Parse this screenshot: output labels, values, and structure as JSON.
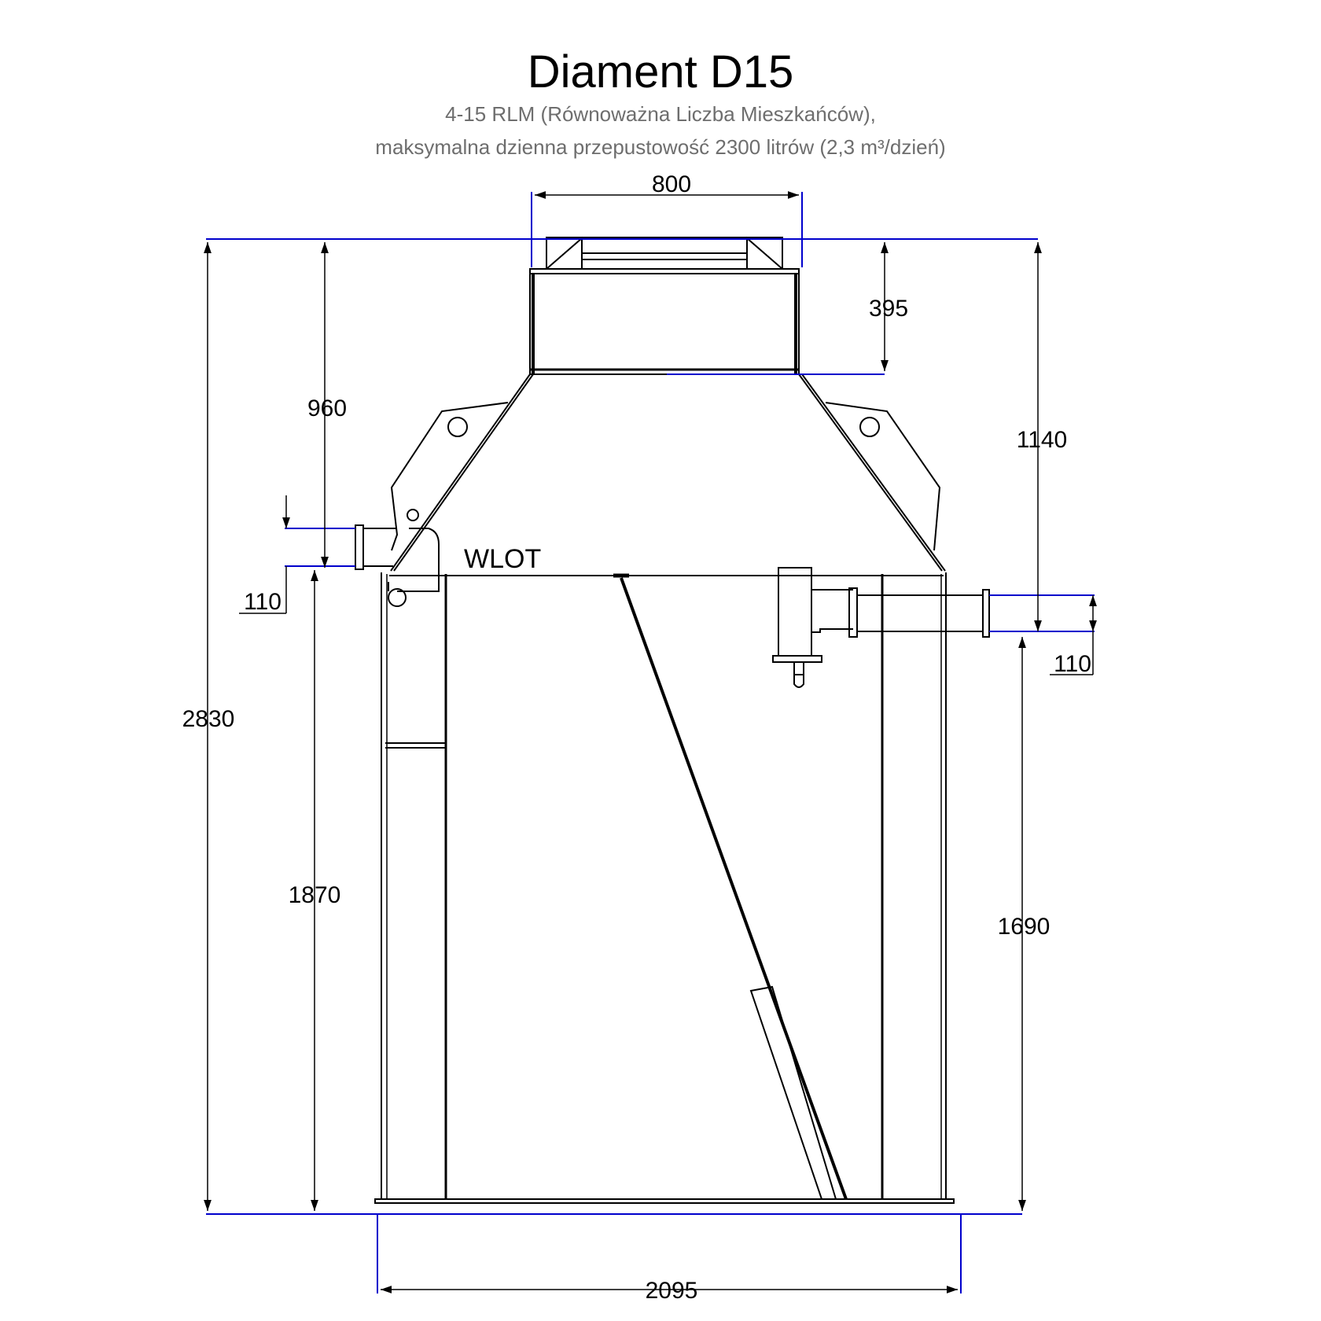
{
  "title": "Diament D15",
  "subtitle_line1": "4-15 RLM  (Równoważna Liczba Mieszkańców),",
  "subtitle_line2": "maksymalna dzienna przepustowość 2300 litrów (2,3 m³/dzień)",
  "labels": {
    "inlet": "WLOT"
  },
  "dimensions": {
    "hatch_width": "800",
    "hatch_height": "395",
    "total_height": "2830",
    "inlet_top_to_pipe": "960",
    "outlet_top_to_pipe": "1140",
    "inlet_pipe_height": "1870",
    "outlet_pipe_height": "1690",
    "inlet_pipe_diameter": "110",
    "outlet_pipe_diameter": "110",
    "base_width": "2095"
  },
  "colors": {
    "dimension_line": "#0000cc",
    "outline": "#000000",
    "subtitle": "#6e6e6e"
  }
}
